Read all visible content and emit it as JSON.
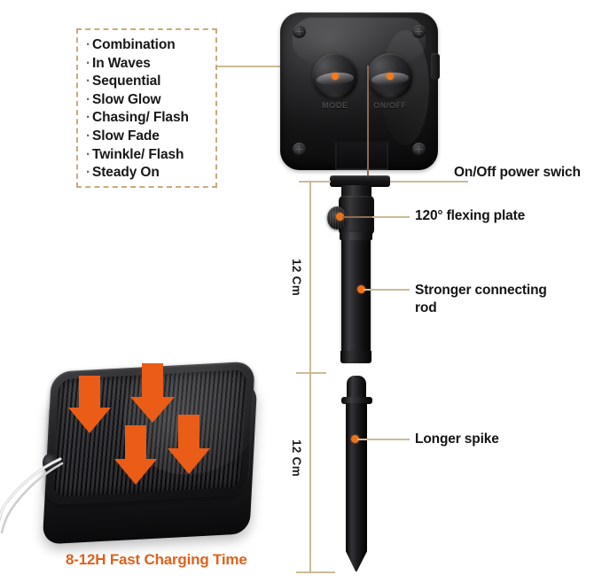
{
  "modes": {
    "box_label": "light-mode-list",
    "bullet": "·",
    "items": [
      "Combination",
      "In Waves",
      "Sequential",
      "Slow Glow",
      "Chasing/ Flash",
      "Slow Fade",
      "Twinkle/ Flash",
      "Steady On"
    ]
  },
  "device": {
    "mode_button_caption": "MODE",
    "power_button_caption": "ON/OFF"
  },
  "callouts": {
    "power_switch": "On/Off power swich",
    "flexing_plate": "120° flexing plate",
    "connecting_rod_line1": "Stronger connecting",
    "connecting_rod_line2": "rod",
    "spike": "Longer spike"
  },
  "dimensions": {
    "rod_length": "12 Cm",
    "spike_length": "12 Cm"
  },
  "solar": {
    "charging_time": "8-12H Fast Charging Time"
  },
  "colors": {
    "accent_orange": "#ef7219",
    "caption_orange": "#e0611c",
    "leader_line": "#cbbb96",
    "dashed_border": "#c9ab7c",
    "text": "#141414"
  }
}
